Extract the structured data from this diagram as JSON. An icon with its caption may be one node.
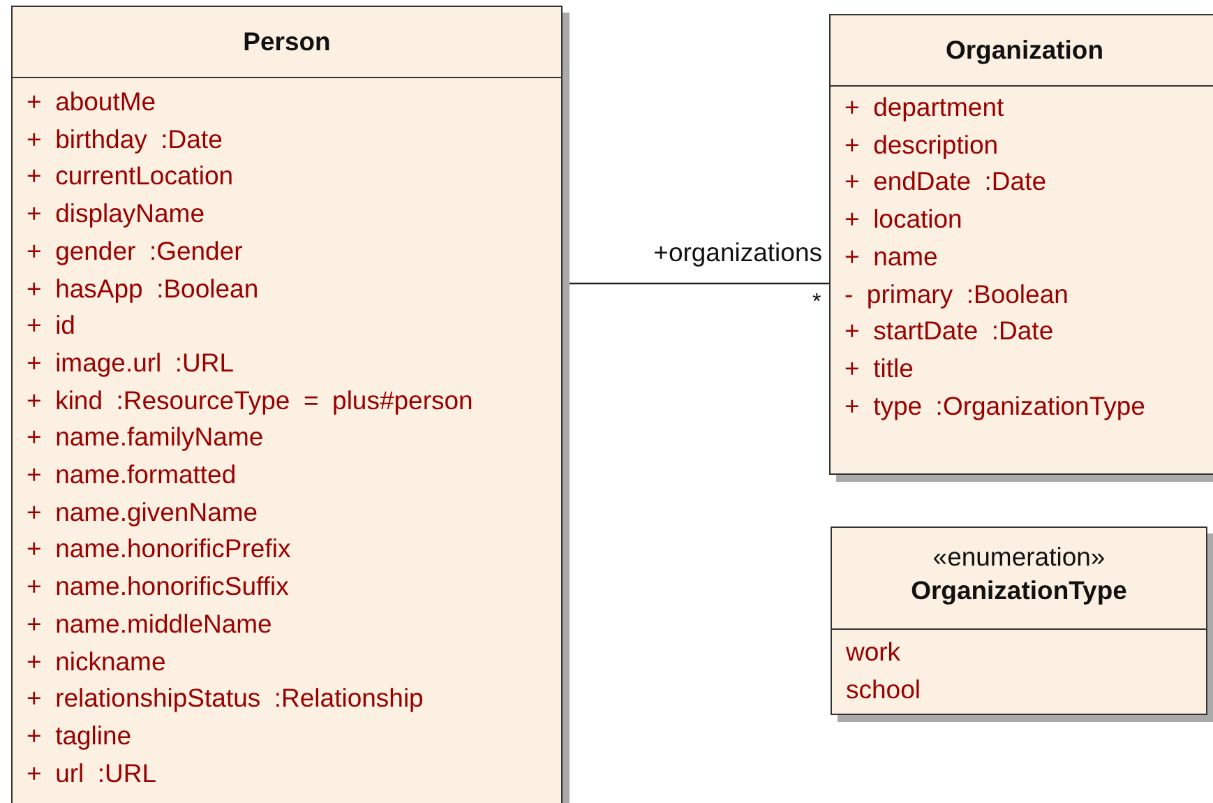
{
  "diagram": {
    "nodes": [
      {
        "text": [
          "Person",
          "+ aboutMe",
          "+ birthday :Date",
          "+ currentLocation",
          "+ displayName",
          "+ gender :Gender",
          "+ hasApp :Boolean",
          "+ id",
          "+ image.url :URL",
          "+ kind :ResourceType = plus#person",
          "+ name.familyName",
          "+ name.formatted",
          "+ name.givenName",
          "+ name.honorificPrefix",
          "+ name.honorificSuffix",
          "+ name.middleName",
          "+ nickname",
          "+ relationshipStatus :Relationship",
          "+ tagline",
          "+ url :URL"
        ]
      },
      {
        "text": [
          "Organization",
          "+ department",
          "+ description",
          "+ endDate :Date",
          "+ location",
          "+ name",
          "- primary :Boolean",
          "+ startDate :Date",
          "+ title",
          "+ type :OrganizationType"
        ]
      },
      {
        "text": [
          "«enumeration»",
          "OrganizationType",
          "work",
          "school"
        ]
      }
    ],
    "edges": [
      {
        "from": 0,
        "to": 1,
        "arrow": "none",
        "label": "+organizations"
      }
    ],
    "labels": [
      "*"
    ]
  }
}
